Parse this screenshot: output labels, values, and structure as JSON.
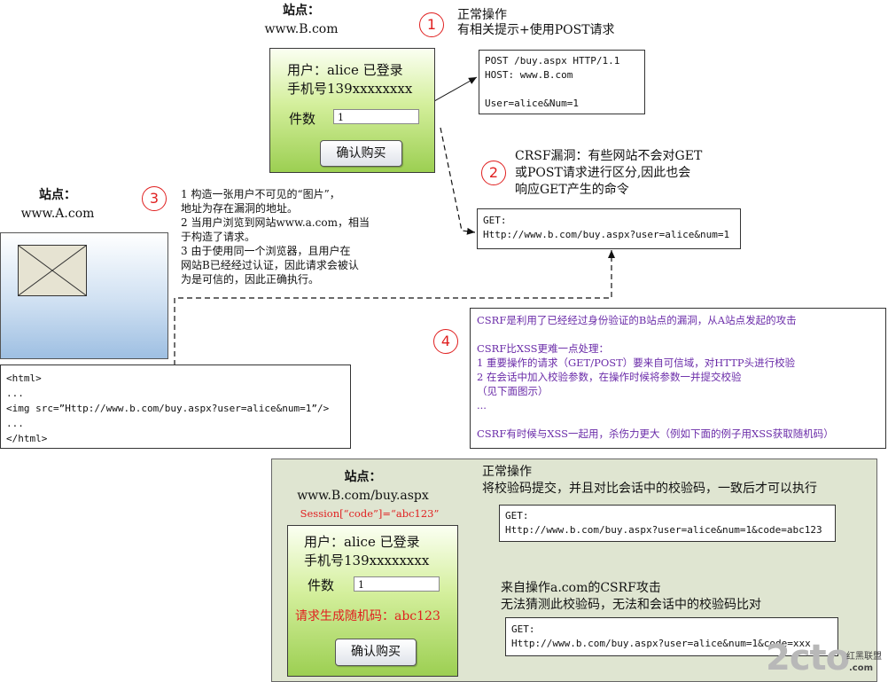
{
  "site_b": {
    "label": "站点：",
    "domain": "www.B.com",
    "user_line": "用户：alice 已登录",
    "phone_line": "手机号139xxxxxxxx",
    "qty_label": "件数",
    "qty_value": "1",
    "buy_button": "确认购买"
  },
  "step1": {
    "number": "1",
    "title": "正常操作",
    "desc": "有相关提示+使用POST请求",
    "request_lines": [
      "POST /buy.aspx HTTP/1.1",
      "HOST: www.B.com",
      "",
      "User=alice&Num=1"
    ]
  },
  "step2": {
    "number": "2",
    "text_lines": [
      "CRSF漏洞：有些网站不会对GET",
      "或POST请求进行区分,因此也会",
      "响应GET产生的命令"
    ],
    "request_lines": [
      "GET:",
      "Http://www.b.com/buy.aspx?user=alice&num=1"
    ]
  },
  "site_a": {
    "label": "站点：",
    "domain": "www.A.com",
    "html_lines": [
      "<html>",
      "...",
      "<img src=”Http://www.b.com/buy.aspx?user=alice&num=1”/>",
      "...",
      "</html>"
    ]
  },
  "step3": {
    "number": "3",
    "text_lines": [
      "1 构造一张用户不可见的“图片”，",
      "地址为存在漏洞的地址。",
      "2 当用户浏览到网站www.a.com，相当",
      "于构造了请求。",
      "3 由于使用同一个浏览器，且用户在",
      "网站B已经经过认证，因此请求会被认",
      "为是可信的，因此正确执行。"
    ]
  },
  "step4": {
    "number": "4",
    "lines": [
      "CSRF是利用了已经经过身份验证的B站点的漏洞，从A站点发起的攻击",
      "",
      "CSRF比XSS更难一点处理：",
      "1 重要操作的请求（GET/POST）要来自可信域，对HTTP头进行校验",
      "2 在会话中加入校验参数，在操作时候将参数一并提交校验",
      "（见下面图示）",
      "...",
      "",
      "CSRF有时候与XSS一起用，杀伤力更大（例如下面的例子用XSS获取随机码）"
    ]
  },
  "bottom": {
    "site_label": "站点：",
    "site_domain": "www.B.com/buy.aspx",
    "session_line": "Session[“code”]=“abc123”",
    "user_line": "用户：alice 已登录",
    "phone_line": "手机号139xxxxxxxx",
    "qty_label": "件数",
    "qty_value": "1",
    "random_code": "请求生成随机码：abc123",
    "buy_button": "确认购买",
    "normal_title": "正常操作",
    "normal_desc": "将校验码提交，并且对比会话中的校验码，一致后才可以执行",
    "normal_request_lines": [
      "GET:",
      "Http://www.b.com/buy.aspx?user=alice&num=1&code=abc123"
    ],
    "attack_title": "来自操作a.com的CSRF攻击",
    "attack_desc": "无法猜测此校验码，无法和会话中的校验码比对",
    "attack_request_lines": [
      "GET:",
      "Http://www.b.com/buy.aspx?user=alice&num=1&code=xxx"
    ]
  },
  "watermark": {
    "main": "2cto",
    "dot_com": ".com",
    "sub": "红黑联盟"
  },
  "colors": {
    "accent_red": "#e02020",
    "note_purple": "#6a2ba8",
    "panel_green": "#9ccf52",
    "panel_blue": "#9ebfe2",
    "bottom_bg": "#dfe5d1"
  }
}
